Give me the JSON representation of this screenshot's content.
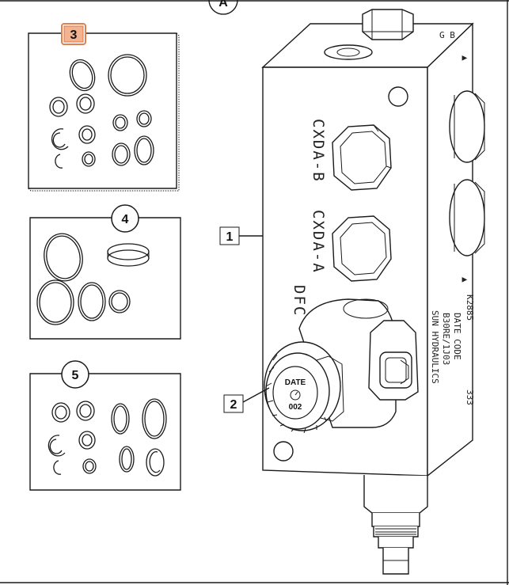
{
  "view_label": "A",
  "callouts": {
    "valve_block": "1",
    "solenoid": "2",
    "seal_kit_a": "3",
    "seal_kit_b": "4",
    "seal_kit_c": "5"
  },
  "highlight_color": "#f0a070",
  "stamps": {
    "port_b": "CXDA-B",
    "port_a": "CXDA-A",
    "dfc": "DFC",
    "top_code": "G B",
    "serial_1": "K2885",
    "serial_2": "333",
    "side_text": "SUN HYDRAULICS",
    "side_text_2": "DATE CODE",
    "side_text_3": "B30RE/1J03"
  },
  "solenoid_label": {
    "date": "DATE",
    "code": "002"
  }
}
